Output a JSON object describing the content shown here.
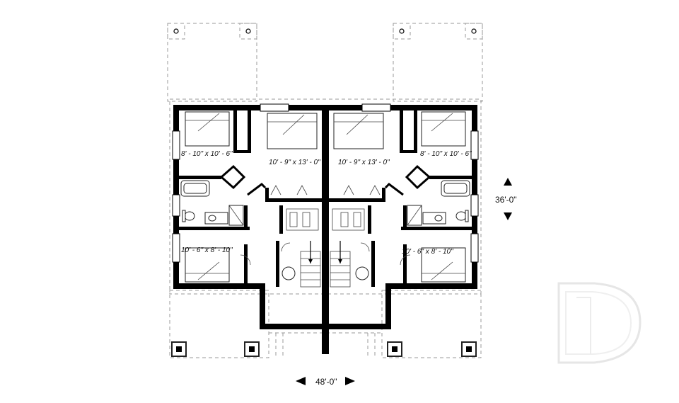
{
  "plan": {
    "rooms_left": [
      {
        "label": "8' - 10\" x 10' - 6\""
      },
      {
        "label": "10' - 9\" x 13' - 0\""
      },
      {
        "label": "10' - 6\" x 8' - 10\""
      }
    ],
    "rooms_right": [
      {
        "label": "10' - 9\" x 13' - 0\""
      },
      {
        "label": "8' - 10\" x 10' - 6\""
      },
      {
        "label": "10' - 6\" x 8' - 10\""
      }
    ],
    "dimensions": {
      "height": "36'-0\"",
      "width": "48'-0\""
    },
    "logo": "D-logo-watermark"
  }
}
